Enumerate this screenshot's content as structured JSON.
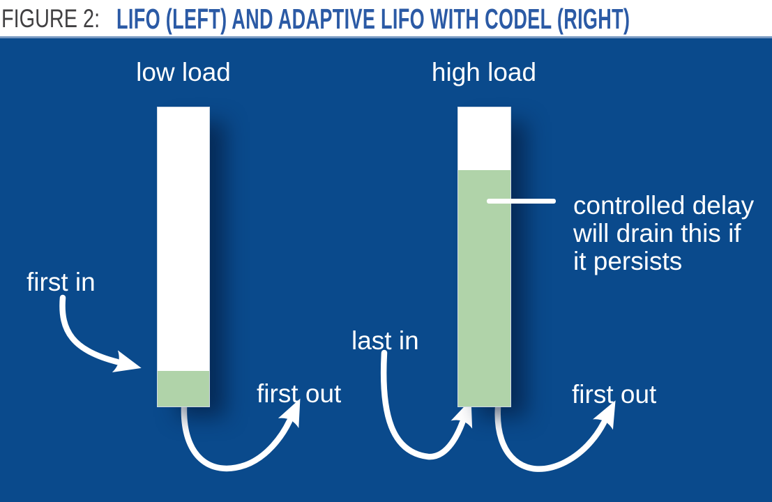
{
  "figure": {
    "label": "FIGURE 2:",
    "title": "LIFO (LEFT) AND ADAPTIVE LIFO WITH CODEL (RIGHT)"
  },
  "colors": {
    "panel_background": "#0a4a8c",
    "header_rule": "#7799c2",
    "queue_empty": "#ffffff",
    "queue_packets": "#b0d3a9",
    "figure_label_text": "#414042",
    "figure_title_text": "#2b5aa5",
    "diagram_text": "#ffffff"
  },
  "diagram": {
    "left_queue": {
      "load_label": "low load",
      "in_label": "first in",
      "out_label": "first out",
      "fill_percent": 12
    },
    "right_queue": {
      "load_label": "high load",
      "in_label": "last in",
      "out_label": "first out",
      "fill_percent": 79,
      "annotation_lines": [
        "controlled delay",
        "will drain this if",
        "it persists"
      ]
    }
  }
}
